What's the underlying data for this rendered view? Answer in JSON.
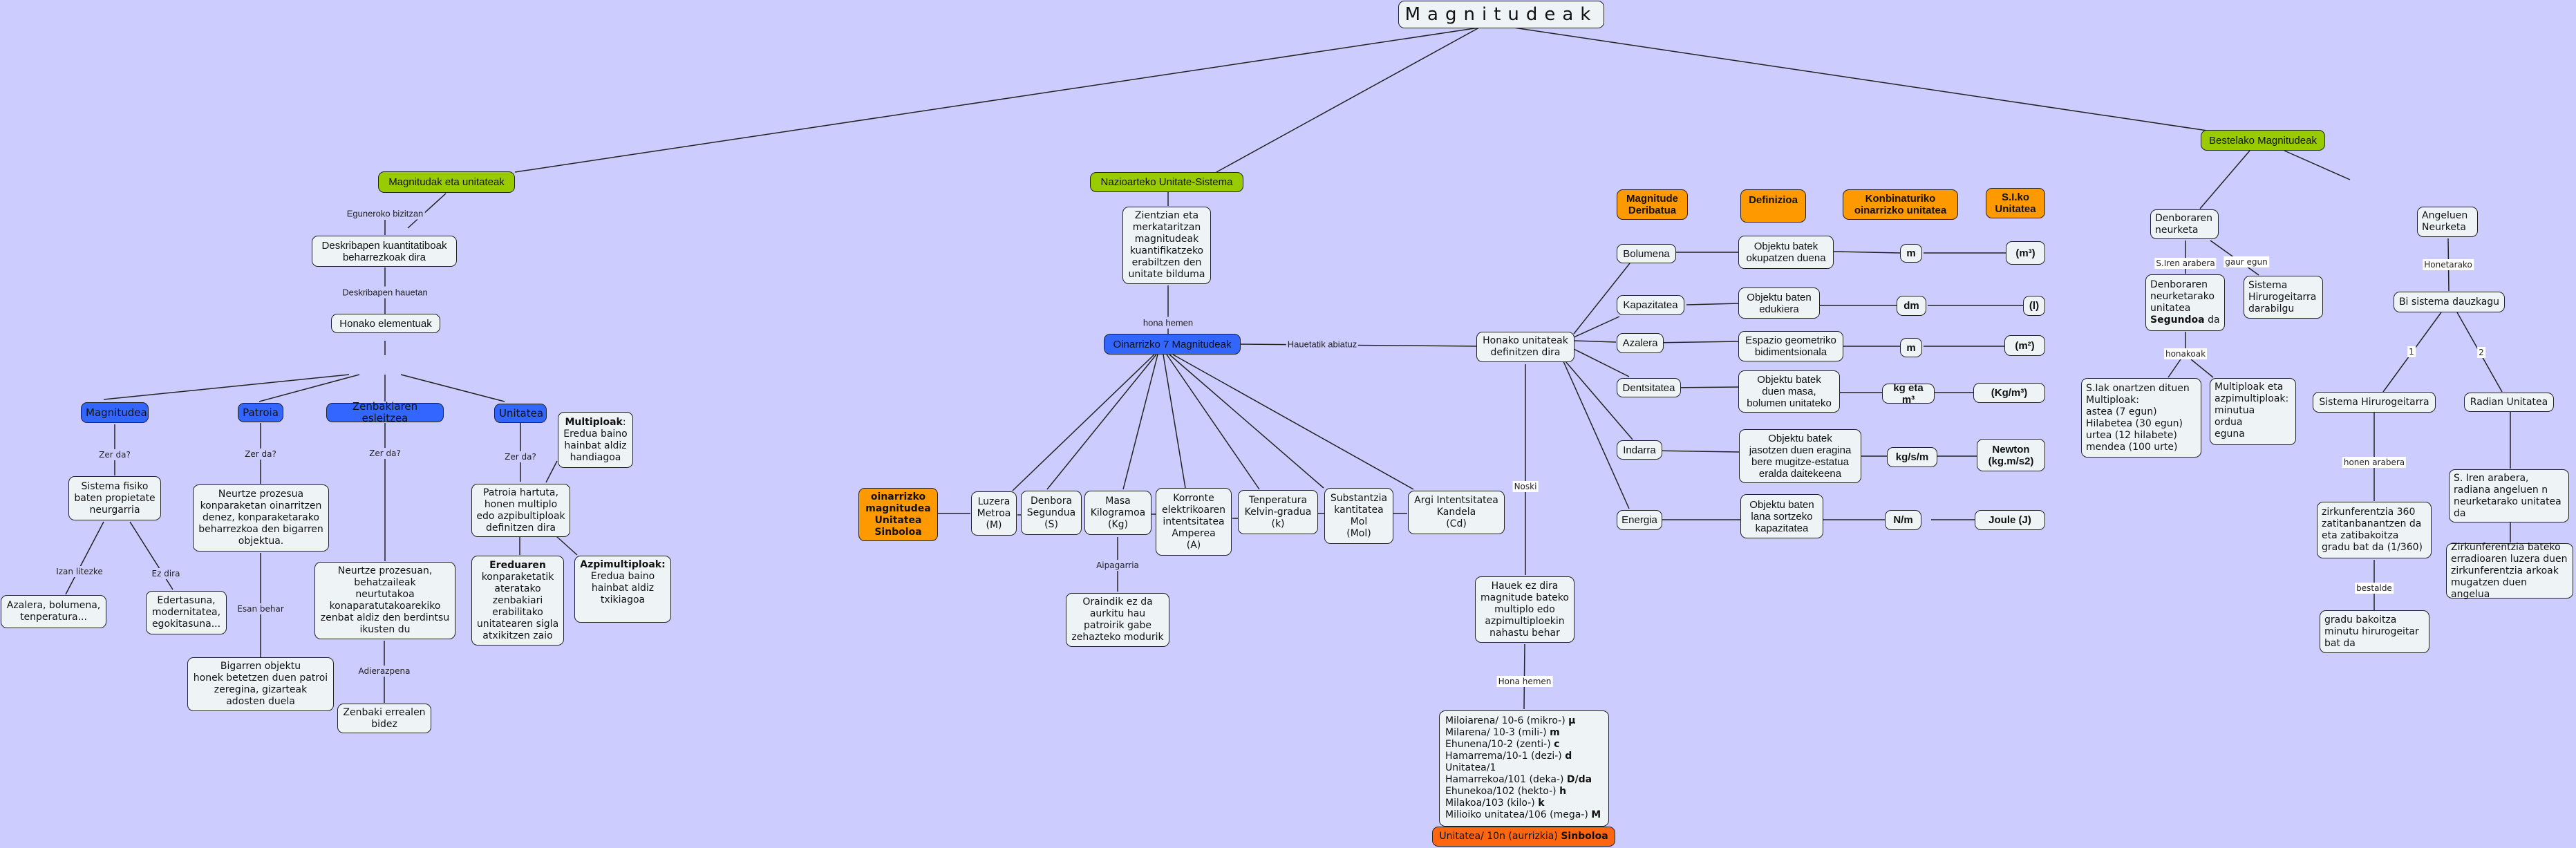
{
  "title": "Magnitudeak",
  "branches": {
    "left": "Magnitudak eta unitateak",
    "center": "Nazioarteko Unitate-Sistema",
    "right": "Bestelako Magnitudeak"
  },
  "left_branch": {
    "link_daily": "Eguneroko bizitzan",
    "desc_quant": "Deskribapen kuantitatiboak\nbeharrezkoak dira",
    "link_desc": "Deskribapen hauetan",
    "elements": "Honako elementuak",
    "magnitudea": {
      "label": "Magnitudea",
      "link_what": "Zer da?",
      "definition": "Sistema fisiko\nbaten propietate\nneurgarria",
      "link_can": "Izan litezke",
      "examples": "Azalera, bolumena,\ntenperatura...",
      "link_not": "Ez dira",
      "non_examples": "Edertasuna,\nmodernitatea,\negokitasuna..."
    },
    "patroia": {
      "label": "Patroia",
      "link_what": "Zer da?",
      "definition": "Neurtze prozesua\nkonparaketan oinarritzen\ndenez, konparaketarako\nbeharrezkoa den bigarren\nobjektua.",
      "link_say": "Esan behar",
      "note": "Bigarren objektu\nhonek betetzen duen patroi\nzeregina, gizarteak\nadosten duela"
    },
    "zenbakia": {
      "label": "Zenbakiaren esleitzea",
      "link_what": "Zer da?",
      "definition": "Neurtze prozesuan,\nbehatzaileak\nneurtutakoa\nkonaparatutakoarekiko\nzenbat aldiz den berdintsu\nikusten du",
      "link_expr": "Adierazpena",
      "expression": "Zenbaki errealen\nbidez"
    },
    "unitatea": {
      "label": "Unitatea",
      "link_what": "Zer da?",
      "definition": "Patroia hartuta,\nhonen multiplo\nedo azpibultiploak\ndefinitzen dira",
      "multiples_title": "Multiploak",
      "multiples_text": ":\nEredua baino\nhainbat aldiz\nhandiagoa",
      "model_title": "Ereduaren",
      "model_text": "\nkonparaketatik\nateratako\nzenbakiari\nerabilitako\nunitatearen sigla\natxikitzen zaio",
      "submultiples_title": "Azpimultiploak:",
      "submultiples_text": "\nEredua baino\nhainbat aldiz\ntxikiagoa"
    }
  },
  "center_branch": {
    "description": "Zientzian eta\nmerkataritzan\nmagnitudeak\nkuantifikatzeko\nerabiltzen den\nunitate bilduma",
    "link_here": "hona hemen",
    "base7": "Oinarrizko 7 Magnitudeak",
    "link_from": "Hauetatik abiatuz",
    "legend_box": "oinarrizko\nmagnitudea\nUnitatea\nSinboloa",
    "base_units": [
      "Luzera\nMetroa\n(M)",
      "Denbora\nSegundua\n(S)",
      "Masa\nKilogramoa\n(Kg)",
      "Korronte\nelektrikoaren\nintentsitatea\nAmperea\n(A)",
      "Tenperatura\nKelvin-gradua\n(k)",
      "Substantzia\nkantitatea\nMol\n(Mol)",
      "Argi Intentsitatea\nKandela\n(Cd)"
    ],
    "link_notable": "Aipagarria",
    "mass_note": "Oraindik ez da\naurkitu hau\npatroirik gabe\nzehazteko modurik",
    "defined_units": "Honako unitateak\ndefinitzen dira",
    "link_of_course": "Noski",
    "not_confuse": "Hauek ez dira\nmagnitude bateko\nmultiplo edo\nazpimultiploekin\nnahastu behar",
    "link_here2": "Hona hemen",
    "prefixes": [
      {
        "text": "Miloiarena/ 10-6 (mikro-) ",
        "symbol": "µ"
      },
      {
        "text": "Milarena/ 10-3 (mili-) ",
        "symbol": "m"
      },
      {
        "text": "Ehunena/10-2 (zenti-) ",
        "symbol": "c"
      },
      {
        "text": "Hamarrema/10-1 (dezi-) ",
        "symbol": "d"
      },
      {
        "text": "Unitatea/1",
        "symbol": ""
      },
      {
        "text": "Hamarrekoa/101 (deka-) ",
        "symbol": "D/da"
      },
      {
        "text": "Ehunekoa/102 (hekto-) ",
        "symbol": "h"
      },
      {
        "text": "Milakoa/103 (kilo-) ",
        "symbol": "k"
      },
      {
        "text": "Milioiko unitatea/106 (mega-) ",
        "symbol": "M"
      }
    ],
    "prefix_footer_text": "Unitatea/ 10n (aurrizkia) ",
    "prefix_footer_symbol": "Sinboloa"
  },
  "derived_table": {
    "headers": [
      "Magnitude\nDeribatua",
      "Definizioa",
      "Konbinaturiko\noinarrizko unitatea",
      "S.I.ko\nUnitatea"
    ],
    "rows": [
      {
        "name": "Bolumena",
        "definition": "Objektu batek\nokupatzen duena",
        "combined": "m",
        "si": "(m³)"
      },
      {
        "name": "Kapazitatea",
        "definition": "Objektu baten\nedukiera",
        "combined": "dm",
        "si": "(l)"
      },
      {
        "name": "Azalera",
        "definition": "Espazio geometriko\nbidimentsionala",
        "combined": "m",
        "si": "(m²)"
      },
      {
        "name": "Dentsitatea",
        "definition": "Objektu batek\nduen masa,\nbolumen unitateko",
        "combined": "kg eta m³",
        "si": "(Kg/m³)"
      },
      {
        "name": "Indarra",
        "definition": "Objektu batek\njasotzen duen eragina\nbere mugitze-estatua\neralda daitekeena",
        "combined": "kg/s/m",
        "si": "Newton\n(kg.m/s2)"
      },
      {
        "name": "Energia",
        "definition": "Objektu baten\nlana sortzeko\nkapazitatea",
        "combined": "N/m",
        "si": "Joule (J)"
      }
    ]
  },
  "right_branch": {
    "time": {
      "label": "Denboraren\nneurketa",
      "link_si": "S.Iren arabera",
      "link_today": "gaur egun",
      "si_unit_pre": "Denboraren\nneurketarako\n unitatea\n",
      "si_unit_bold": "Segundoa",
      "si_unit_post": " da",
      "sexagesimal": "Sistema\nHirurogeitarra\ndarabilgu",
      "link_these": "honakoak",
      "si_multiples": "S.Iak onartzen dituen\nMultiploak:\nastea (7 egun)\nHilabetea (30 egun)\nurtea (12 hilabete)\nmendea (100 urte)",
      "other_multiples": "Multiploak eta\nazpimultiploak:\nminutua\nordua\neguna"
    },
    "angle": {
      "label": "Angeluen\nNeurketa",
      "link_for": "Honetarako",
      "two_systems": "Bi sistema dauzkagu",
      "link_1": "1",
      "link_2": "2",
      "sexagesimal": "Sistema Hirurogeitarra",
      "link_according": "honen arabera",
      "circ360": "zirkunferentzia 360\nzatitanbanantzen da\n eta zatibakoitza\ngradu bat da (1/360)",
      "link_also": "bestalde",
      "degree_minute": "gradu bakoitza\nminutu hirurogeitar\nbat da",
      "radian": "Radian Unitatea",
      "radian_si": "S. Iren arabera,\nradiana angeluen n\nneurketarako unitatea\nda",
      "radian_def": "Zirkunferentzia bateko\nerradioaren luzera duen\nzirkunferentzia arkoak\nmugatzen duen angelua"
    }
  },
  "colors": {
    "background": "#ccccff",
    "node": "#eef4f6",
    "green": "#99cc00",
    "blue": "#3366ff",
    "orange": "#ff9900",
    "red_orange": "#ff6611"
  }
}
